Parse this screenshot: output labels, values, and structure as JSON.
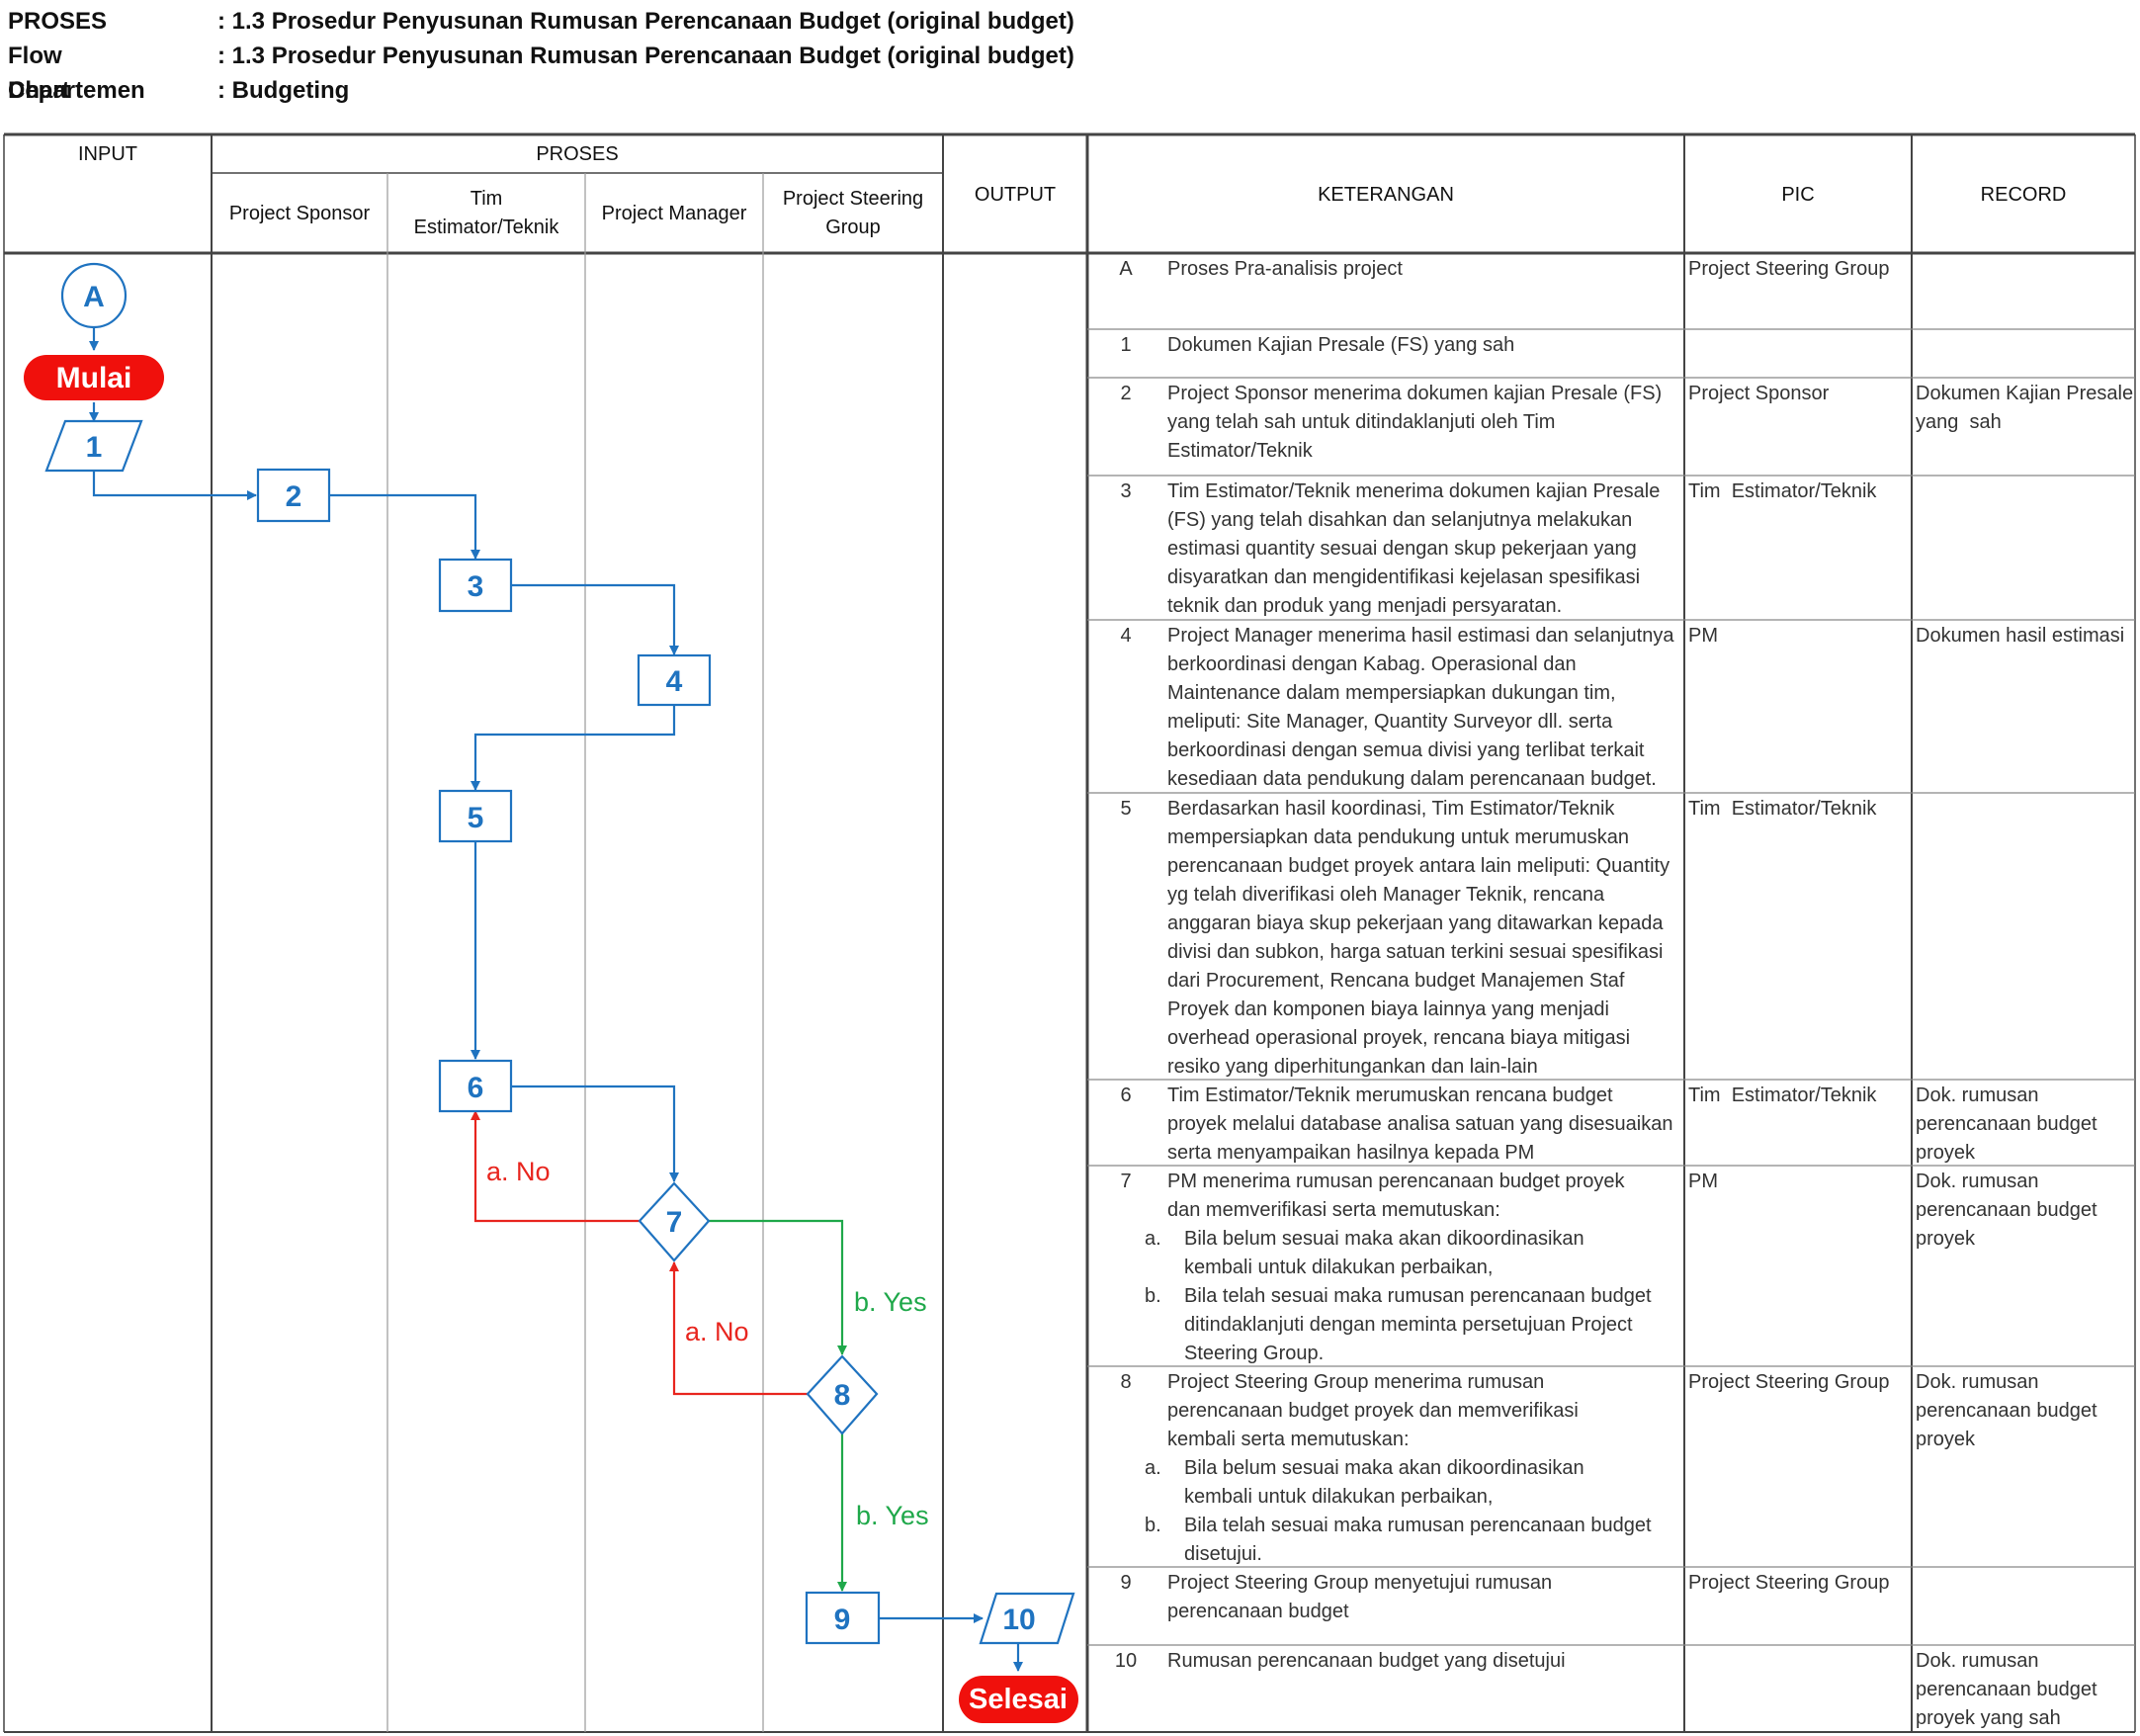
{
  "header": {
    "rows": [
      {
        "label": "PROSES",
        "value": ": 1.3 Prosedur Penyusunan Rumusan Perencanaan Budget (original budget)"
      },
      {
        "label": "Flow Chart",
        "value": ": 1.3 Prosedur Penyusunan Rumusan Perencanaan Budget (original budget)"
      },
      {
        "label": "Departemen",
        "value": ": Budgeting"
      }
    ]
  },
  "table_head": {
    "input": "INPUT",
    "proses": "PROSES",
    "lanes": [
      "Project Sponsor",
      "Tim Estimator/Teknik",
      "Project Manager",
      "Project Steering Group"
    ],
    "output": "OUTPUT",
    "keterangan": "KETERANGAN",
    "pic": "PIC",
    "record": "RECORD"
  },
  "nodes": {
    "A": "A",
    "mulai": "Mulai",
    "n1": "1",
    "n2": "2",
    "n3": "3",
    "n4": "4",
    "n5": "5",
    "n6": "6",
    "n7": "7",
    "n8": "8",
    "n9": "9",
    "n10": "10",
    "selesai": "Selesai"
  },
  "edge_labels": {
    "no_7_6": "a. No",
    "yes_7_8": "b. Yes",
    "no_8_7": "a. No",
    "yes_8_9": "b. Yes"
  },
  "colors": {
    "flow_blue": "#1F73C0",
    "no_red": "#E8251E",
    "yes_green": "#1FA84A",
    "terminator_red": "#F0100C"
  },
  "rows": [
    {
      "num": "A",
      "text": "Proses Pra-analisis project",
      "pic": "Project Steering Group",
      "record": ""
    },
    {
      "num": "1",
      "text": "Dokumen Kajian Presale (FS) yang sah",
      "pic": "",
      "record": ""
    },
    {
      "num": "2",
      "text": "Project Sponsor menerima dokumen kajian Presale (FS)\nyang telah sah untuk ditindaklanjuti oleh Tim\nEstimator/Teknik",
      "pic": "Project Sponsor",
      "record": "Dokumen Kajian Presale\nyang  sah"
    },
    {
      "num": "3",
      "text": "Tim Estimator/Teknik menerima dokumen kajian Presale\n(FS) yang telah disahkan dan selanjutnya melakukan\nestimasi quantity sesuai dengan skup pekerjaan yang\ndisyaratkan dan mengidentifikasi kejelasan spesifikasi\nteknik dan produk yang menjadi persyaratan.",
      "pic": "Tim  Estimator/Teknik",
      "record": ""
    },
    {
      "num": "4",
      "text": "Project Manager menerima hasil estimasi dan selanjutnya\nberkoordinasi dengan Kabag. Operasional dan\nMaintenance dalam mempersiapkan dukungan tim,\nmeliputi: Site Manager, Quantity Surveyor dll. serta\nberkoordinasi dengan semua divisi yang terlibat terkait\nkesediaan data pendukung dalam perencanaan budget.",
      "pic": "PM",
      "record": "Dokumen hasil estimasi"
    },
    {
      "num": "5",
      "text": "Berdasarkan hasil koordinasi, Tim Estimator/Teknik\nmempersiapkan data pendukung untuk merumuskan\nperencanaan budget proyek antara lain meliputi: Quantity\nyg telah diverifikasi oleh Manager Teknik, rencana\nanggaran biaya skup pekerjaan yang ditawarkan kepada\ndivisi dan subkon, harga satuan terkini sesuai spesifikasi\ndari Procurement, Rencana budget Manajemen Staf\nProyek dan komponen biaya lainnya yang menjadi\noverhead operasional proyek, rencana biaya mitigasi\nresiko yang diperhitungankan dan lain-lain",
      "pic": "Tim  Estimator/Teknik",
      "record": ""
    },
    {
      "num": "6",
      "text": "Tim Estimator/Teknik merumuskan rencana budget\nproyek melalui database analisa satuan yang disesuaikan\nserta menyampaikan hasilnya kepada PM",
      "pic": "Tim  Estimator/Teknik",
      "record": "Dok. rumusan\nperencanaan budget\nproyek"
    },
    {
      "num": "7",
      "text": "PM menerima rumusan perencanaan budget proyek\ndan memverifikasi serta memutuskan:",
      "pic": "PM",
      "record": "Dok. rumusan\nperencanaan budget\nproyek",
      "subs": [
        {
          "mark": "a.",
          "text": "Bila belum sesuai maka akan dikoordinasikan\nkembali untuk dilakukan perbaikan,"
        },
        {
          "mark": "b.",
          "text": "Bila telah sesuai maka rumusan perencanaan budget\nditindaklanjuti dengan meminta persetujuan Project\nSteering Group."
        }
      ]
    },
    {
      "num": "8",
      "text": "Project Steering Group menerima rumusan\nperencanaan budget proyek dan memverifikasi\nkembali serta memutuskan:",
      "pic": "Project Steering Group",
      "record": "Dok. rumusan\nperencanaan budget\nproyek",
      "subs": [
        {
          "mark": "a.",
          "text": "Bila belum sesuai maka akan dikoordinasikan\nkembali untuk dilakukan perbaikan,"
        },
        {
          "mark": "b.",
          "text": "Bila telah sesuai maka rumusan perencanaan budget\ndisetujui."
        }
      ]
    },
    {
      "num": "9",
      "text": "Project Steering Group menyetujui rumusan\nperencanaan budget",
      "pic": "Project Steering Group",
      "record": ""
    },
    {
      "num": "10",
      "text": "Rumusan perencanaan budget yang disetujui",
      "pic": "",
      "record": "Dok. rumusan\nperencanaan budget\nproyek yang sah"
    }
  ]
}
